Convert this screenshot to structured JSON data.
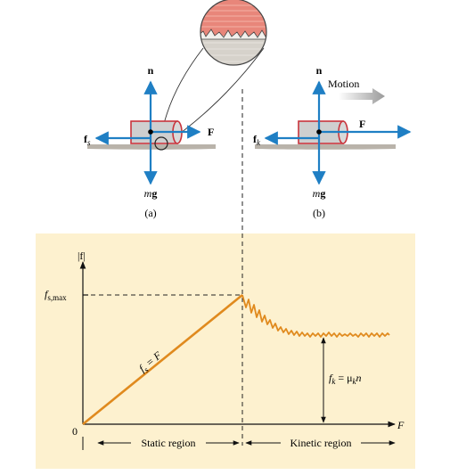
{
  "labels": {
    "normal": "n",
    "weight_m": "m",
    "weight_g": "g",
    "force": "F",
    "fs_main": "f",
    "fs_sub": "s",
    "fk_main": "f",
    "fk_sub": "k",
    "panel_a": "(a)",
    "panel_b": "(b)",
    "motion": "Motion"
  },
  "graph": {
    "y_axis_label": "|f|",
    "fs_max_main": "f",
    "fs_max_sub": "s,max",
    "origin": "0",
    "x_axis_label": "F",
    "slope_main": "f",
    "slope_sub": "s",
    "slope_eq": " = F",
    "kinetic_lhs_main": "f",
    "kinetic_lhs_sub": "k",
    "kinetic_eq": " = μ",
    "kinetic_mu_sub": "k",
    "kinetic_n": "n",
    "static_region": "Static region",
    "kinetic_region": "Kinetic region"
  },
  "colors": {
    "arrow_blue": "#1f7fc4",
    "friction_orange": "#e08a1e",
    "graph_bg": "#fdf1cf",
    "block_outline": "#c8343c",
    "block_fill": "#cfcfcf",
    "floor": "#b9b3aa"
  }
}
